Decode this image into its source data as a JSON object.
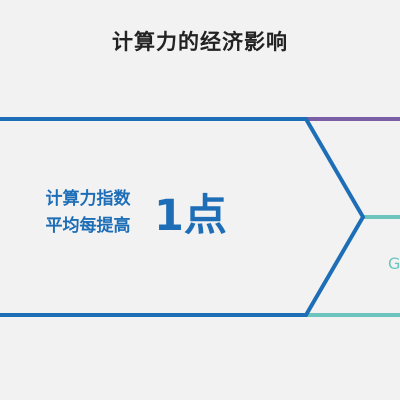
{
  "title": "计算力的经济影响",
  "main_box": {
    "line1": "计算力指数",
    "line2": "平均每提高",
    "value": "1点"
  },
  "right_panel": {
    "partial_text": "G"
  },
  "colors": {
    "background": "#f2f2f2",
    "primary_blue": "#1e6eb7",
    "purple": "#7a5fa6",
    "teal": "#6cc5bd",
    "title_text": "#222222"
  }
}
